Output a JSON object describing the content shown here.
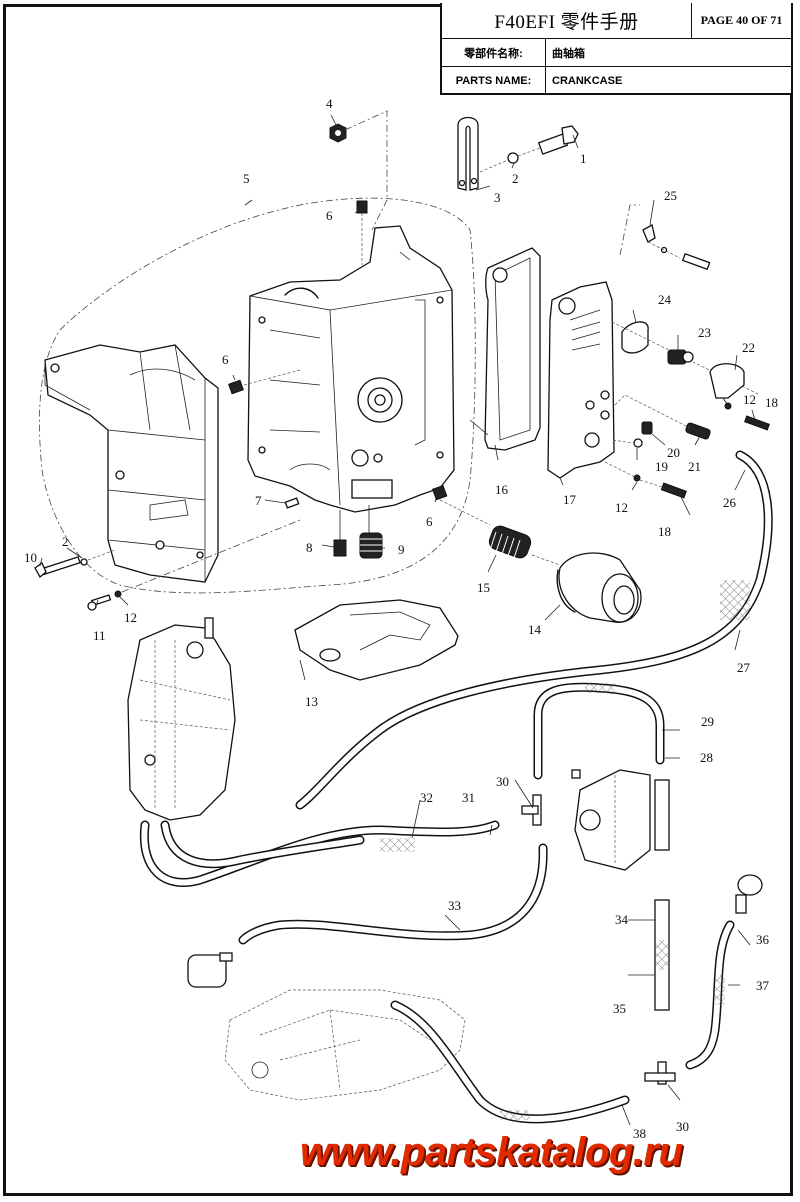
{
  "title_block": {
    "title": "F40EFI 零件手册",
    "page": "PAGE 40 OF 71",
    "cn_label": "零部件名称:",
    "cn_value": "曲轴箱",
    "en_label": "PARTS NAME:",
    "en_value": "CRANKCASE"
  },
  "watermark": "www.partskatalog.ru",
  "callouts": [
    {
      "id": "c1",
      "text": "1"
    },
    {
      "id": "c2a",
      "text": "2"
    },
    {
      "id": "c3",
      "text": "3"
    },
    {
      "id": "c4",
      "text": "4"
    },
    {
      "id": "c5",
      "text": "5"
    },
    {
      "id": "c6a",
      "text": "6"
    },
    {
      "id": "c6b",
      "text": "6"
    },
    {
      "id": "c6c",
      "text": "6"
    },
    {
      "id": "c7",
      "text": "7"
    },
    {
      "id": "c8",
      "text": "8"
    },
    {
      "id": "c9",
      "text": "9"
    },
    {
      "id": "c10",
      "text": "10"
    },
    {
      "id": "c2b",
      "text": "2"
    },
    {
      "id": "c11",
      "text": "11"
    },
    {
      "id": "c12a",
      "text": "12"
    },
    {
      "id": "c13",
      "text": "13"
    },
    {
      "id": "c14",
      "text": "14"
    },
    {
      "id": "c15",
      "text": "15"
    },
    {
      "id": "c16",
      "text": "16"
    },
    {
      "id": "c17",
      "text": "17"
    },
    {
      "id": "c12b",
      "text": "12"
    },
    {
      "id": "c18a",
      "text": "18"
    },
    {
      "id": "c19",
      "text": "19"
    },
    {
      "id": "c20",
      "text": "20"
    },
    {
      "id": "c21",
      "text": "21"
    },
    {
      "id": "c12c",
      "text": "12"
    },
    {
      "id": "c18b",
      "text": "18"
    },
    {
      "id": "c22",
      "text": "22"
    },
    {
      "id": "c23",
      "text": "23"
    },
    {
      "id": "c24",
      "text": "24"
    },
    {
      "id": "c25",
      "text": "25"
    },
    {
      "id": "c26",
      "text": "26"
    },
    {
      "id": "c27",
      "text": "27"
    },
    {
      "id": "c28",
      "text": "28"
    },
    {
      "id": "c29",
      "text": "29"
    },
    {
      "id": "c30a",
      "text": "30"
    },
    {
      "id": "c31",
      "text": "31"
    },
    {
      "id": "c32",
      "text": "32"
    },
    {
      "id": "c33",
      "text": "33"
    },
    {
      "id": "c34",
      "text": "34"
    },
    {
      "id": "c35",
      "text": "35"
    },
    {
      "id": "c36",
      "text": "36"
    },
    {
      "id": "c37",
      "text": "37"
    },
    {
      "id": "c38",
      "text": "38"
    },
    {
      "id": "c30b",
      "text": "30"
    }
  ]
}
